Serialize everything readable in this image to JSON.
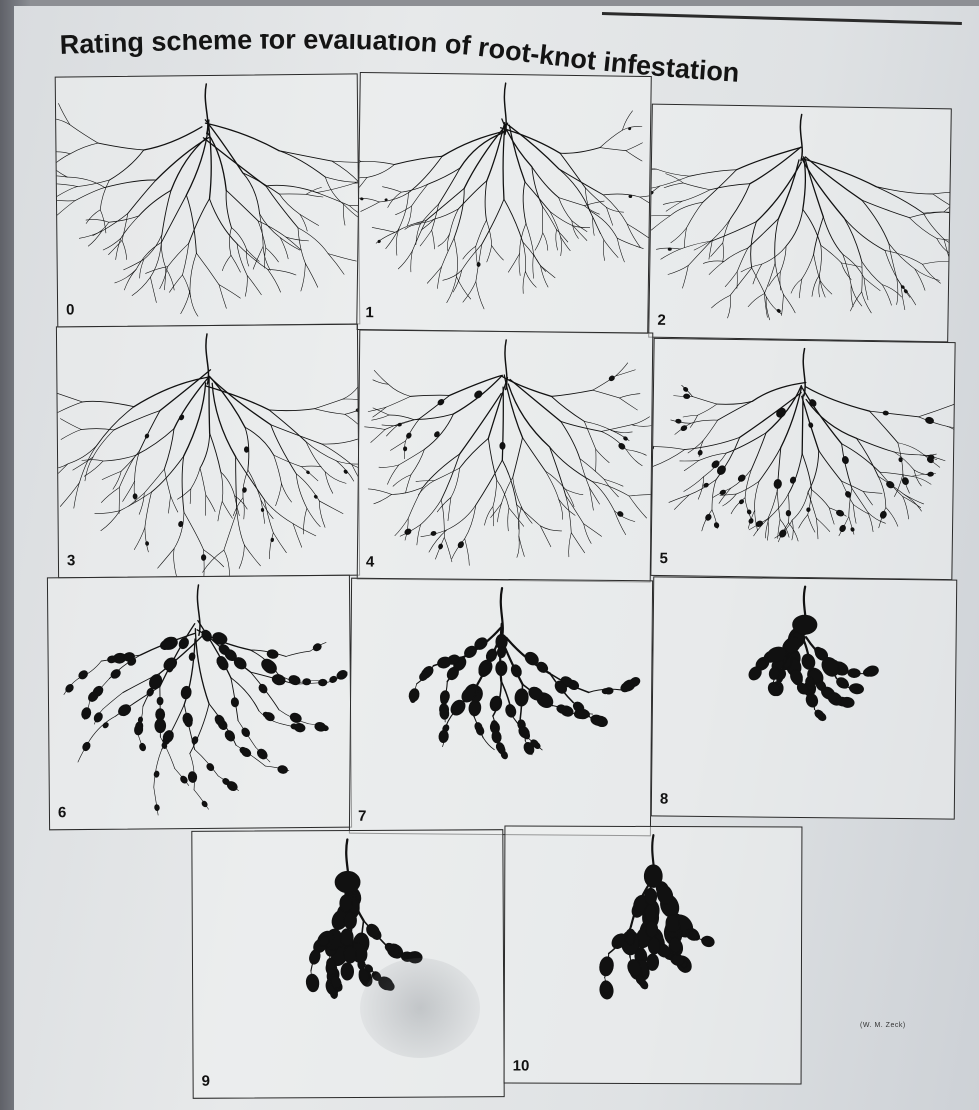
{
  "title": "Rating scheme for evaluation of root-knot infestation",
  "credit": "(W. M. Zeck)",
  "panels": [
    {
      "rating": "0",
      "galling": 0
    },
    {
      "rating": "1",
      "galling": 1
    },
    {
      "rating": "2",
      "galling": 2
    },
    {
      "rating": "3",
      "galling": 3
    },
    {
      "rating": "4",
      "galling": 4
    },
    {
      "rating": "5",
      "galling": 5
    },
    {
      "rating": "6",
      "galling": 6
    },
    {
      "rating": "7",
      "galling": 7
    },
    {
      "rating": "8",
      "galling": 8
    },
    {
      "rating": "9",
      "galling": 9
    },
    {
      "rating": "10",
      "galling": 10
    }
  ],
  "colors": {
    "ink": "#111111",
    "paper": "#e3e5e7",
    "border": "#2a2a2a"
  }
}
